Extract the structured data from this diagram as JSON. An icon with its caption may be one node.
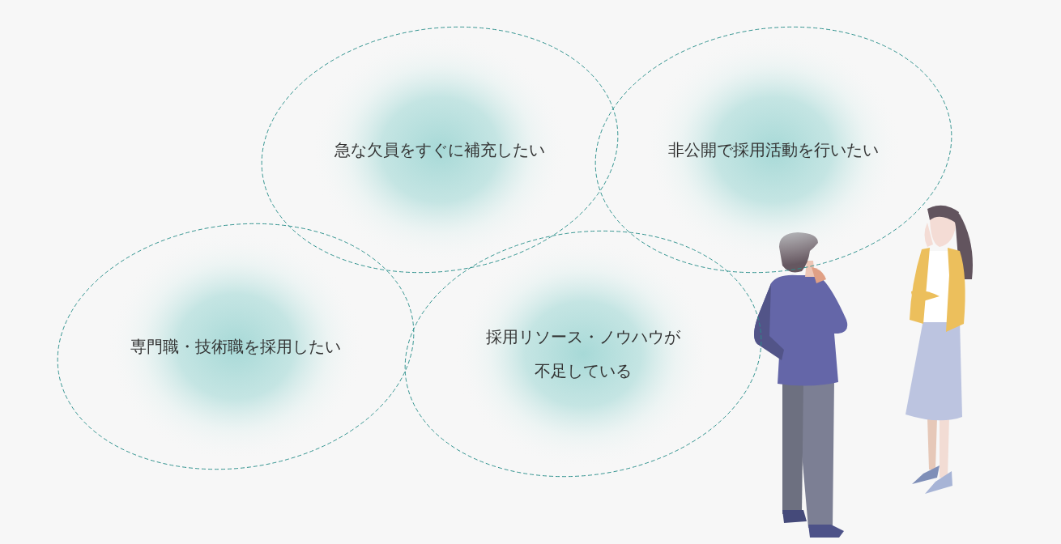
{
  "diagram": {
    "nodes": [
      {
        "text": [
          "急な欠員をすぐに補充したい"
        ]
      },
      {
        "text": [
          "非公開で採用活動を行いたい"
        ]
      },
      {
        "text": [
          "専門職・技術職を採用したい"
        ]
      },
      {
        "text": [
          "採用リソース・ノウハウが不足している"
        ]
      }
    ]
  }
}
